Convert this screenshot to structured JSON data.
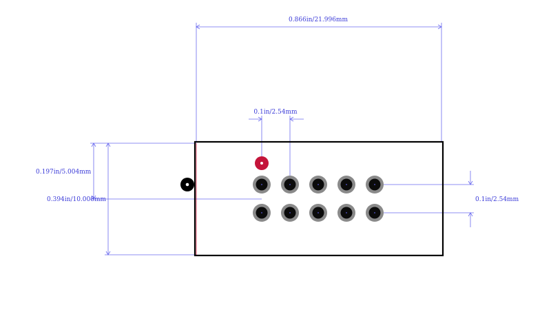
{
  "dimensions": {
    "overall_width": "0.866in/21.996mm",
    "pitch_horizontal": "0.1in/2.54mm",
    "row_spacing": "0.197in/5.004mm",
    "overall_height": "0.394in/10.008mm",
    "pitch_vertical": "0.1in/2.54mm"
  },
  "colors": {
    "dimension": "#6a6aef",
    "dimension_text": "#3b3bd8",
    "outline": "#000000",
    "pad_ring": "#8a8a8a",
    "pad_hole": "#0b0b0b",
    "pin1_pad": "#c4143a",
    "marker": "#000000"
  },
  "footprint": {
    "rows": 2,
    "columns": 5
  }
}
